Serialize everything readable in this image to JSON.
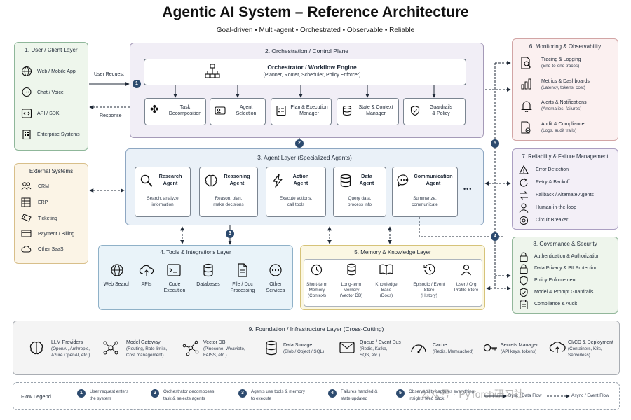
{
  "title": "Agentic AI System – Reference Architecture",
  "subtitle": "Goal-driven • Multi-agent • Orchestrated • Observable • Reliable",
  "client": {
    "title": "1. User / Client Layer",
    "items": [
      "Web / Mobile App",
      "Chat / Voice",
      "API / SDK",
      "Enterprise Systems"
    ]
  },
  "flows": {
    "request": "User Request",
    "response": "Response"
  },
  "orchestration": {
    "title": "2. Orchestration / Control Plane",
    "engine_title": "Orchestrator / Workflow Engine",
    "engine_sub": "(Planner, Router, Scheduler, Policy Enforcer)",
    "modules": [
      {
        "l1": "Task",
        "l2": "Decomposition"
      },
      {
        "l1": "Agent",
        "l2": "Selection"
      },
      {
        "l1": "Plan & Execution",
        "l2": "Manager"
      },
      {
        "l1": "State & Context",
        "l2": "Manager"
      },
      {
        "l1": "Guardrails",
        "l2": "& Policy"
      }
    ]
  },
  "external": {
    "title": "External Systems",
    "items": [
      "CRM",
      "ERP",
      "Ticketing",
      "Payment / Billing",
      "Other SaaS"
    ]
  },
  "agents": {
    "title": "3. Agent Layer (Specialized Agents)",
    "items": [
      {
        "name1": "Research",
        "name2": "Agent",
        "d1": "Search, analyze",
        "d2": "information"
      },
      {
        "name1": "Reasoning",
        "name2": "Agent",
        "d1": "Reason, plan,",
        "d2": "make decisions"
      },
      {
        "name1": "Action",
        "name2": "Agent",
        "d1": "Execute actions,",
        "d2": "call tools"
      },
      {
        "name1": "Data",
        "name2": "Agent",
        "d1": "Query data,",
        "d2": "process info"
      },
      {
        "name1": "Communication",
        "name2": "Agent",
        "d1": "Summarize,",
        "d2": "communicate"
      }
    ],
    "more": "•••"
  },
  "tools": {
    "title": "4. Tools & Integrations Layer",
    "items": [
      {
        "l1": "Web Search",
        "l2": ""
      },
      {
        "l1": "APIs",
        "l2": ""
      },
      {
        "l1": "Code",
        "l2": "Execution"
      },
      {
        "l1": "Databases",
        "l2": ""
      },
      {
        "l1": "File / Doc",
        "l2": "Processing"
      },
      {
        "l1": "Other",
        "l2": "Services"
      }
    ]
  },
  "memory": {
    "title": "5. Memory & Knowledge Layer",
    "items": [
      {
        "l1": "Short-term",
        "l2": "Memory",
        "l3": "(Context)"
      },
      {
        "l1": "Long-term",
        "l2": "Memory",
        "l3": "(Vector DB)"
      },
      {
        "l1": "Knowledge",
        "l2": "Base",
        "l3": "(Docs)"
      },
      {
        "l1": "Episodic / Event",
        "l2": "Store",
        "l3": "(History)"
      },
      {
        "l1": "User / Org",
        "l2": "Profile Store",
        "l3": ""
      }
    ]
  },
  "monitoring": {
    "title": "6. Monitoring & Observability",
    "items": [
      {
        "l1": "Tracing & Logging",
        "l2": "(End-to-end traces)"
      },
      {
        "l1": "Metrics & Dashboards",
        "l2": "(Latency, tokens, cost)"
      },
      {
        "l1": "Alerts & Notifications",
        "l2": "(Anomalies, failures)"
      },
      {
        "l1": "Audit & Compliance",
        "l2": "(Logs, audit trails)"
      }
    ]
  },
  "reliability": {
    "title": "7. Reliability & Failure Management",
    "items": [
      "Error Detection",
      "Retry & Backoff",
      "Fallback / Alternate Agents",
      "Human-in-the-loop",
      "Circuit Breaker"
    ]
  },
  "governance": {
    "title": "8. Governance & Security",
    "items": [
      "Authentication & Authorization",
      "Data Privacy & PII Protection",
      "Policy Enforcement",
      "Model & Prompt Guardrails",
      "Compliance & Audit"
    ]
  },
  "foundation": {
    "title": "9. Foundation / Infrastructure Layer (Cross-Cutting)",
    "items": [
      {
        "l1": "LLM Providers",
        "l2": "(OpenAI, Anthropic,",
        "l3": "Azure OpenAI, etc.)"
      },
      {
        "l1": "Model Gateway",
        "l2": "(Routing, Rate limits,",
        "l3": "Cost management)"
      },
      {
        "l1": "Vector DB",
        "l2": "(Pinecone, Weaviate,",
        "l3": "FAISS, etc.)"
      },
      {
        "l1": "Data Storage",
        "l2": "(Blob / Object / SQL)",
        "l3": ""
      },
      {
        "l1": "Queue / Event Bus",
        "l2": "(Redis, Kafka,",
        "l3": "SQS, etc.)"
      },
      {
        "l1": "Cache",
        "l2": "(Redis, Memcached)",
        "l3": ""
      },
      {
        "l1": "Secrets Manager",
        "l2": "(API keys, tokens)",
        "l3": ""
      },
      {
        "l1": "CI/CD & Deployment",
        "l2": "(Containers, K8s,",
        "l3": "Serverless)"
      }
    ]
  },
  "legend": {
    "title": "Flow Legend",
    "steps": [
      {
        "n": "1",
        "l1": "User request enters",
        "l2": "the system"
      },
      {
        "n": "2",
        "l1": "Orchestrator decomposes",
        "l2": "task & selects agents"
      },
      {
        "n": "3",
        "l1": "Agents use tools & memory",
        "l2": "to execute"
      },
      {
        "n": "4",
        "l1": "Failures handled &",
        "l2": "state updated"
      },
      {
        "n": "5",
        "l1": "Observability captures everything;",
        "l2": "insights feed back"
      }
    ],
    "sync": "Sync / Data Flow",
    "async": "Async / Event Flow"
  },
  "watermark": "公众号 · PyTorch研习社",
  "colors": {
    "client_bg": "#eef6ec",
    "orch_bg": "#f1eef6",
    "agents_bg": "#eaf1f8",
    "external_bg": "#fbf4e6",
    "tools_bg": "#e9f3f9",
    "memory_bg": "#fbf7e3",
    "monitoring_bg": "#fbf0f0",
    "reliability_bg": "#f3eff7",
    "governance_bg": "#eef5ec",
    "foundation_bg": "#f4f4f4",
    "badge": "#2c4a6e"
  }
}
